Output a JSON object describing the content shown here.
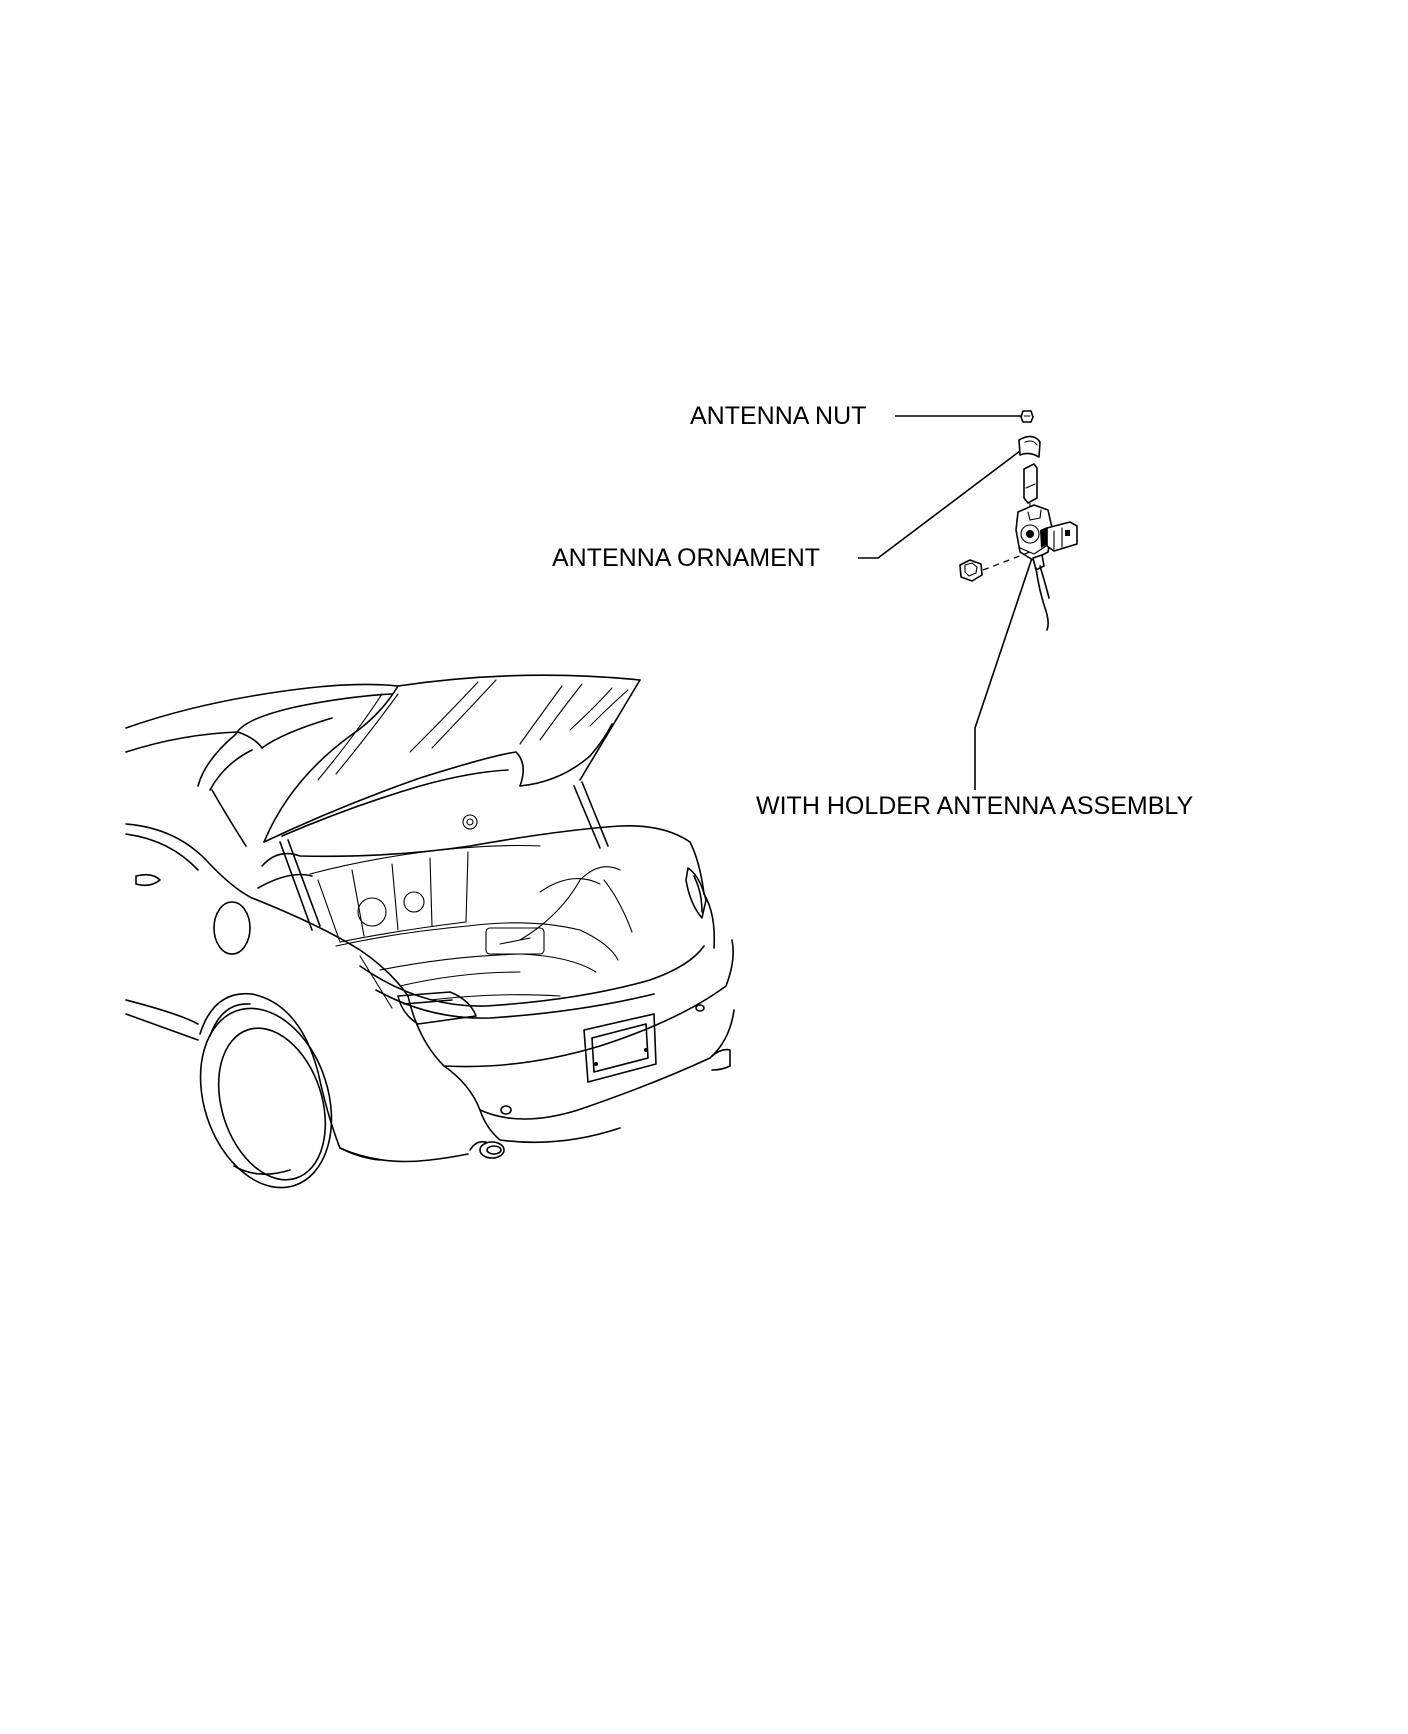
{
  "labels": {
    "antenna_nut": "ANTENNA NUT",
    "antenna_ornament": "ANTENNA ORNAMENT",
    "holder_antenna_assembly": "WITH HOLDER ANTENNA ASSEMBLY"
  },
  "colors": {
    "line": "#000000",
    "background": "#ffffff"
  }
}
